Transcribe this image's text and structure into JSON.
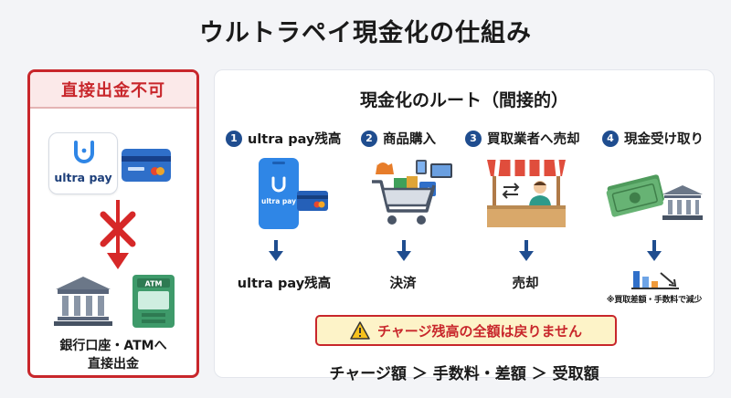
{
  "title": "ウルトラペイ現金化の仕組み",
  "left_panel": {
    "header": "直接出金不可",
    "logo_text": "ultra pay",
    "caption_line1": "銀行口座・ATMへ",
    "caption_line2": "直接出金",
    "atm_label": "ATM"
  },
  "right_panel": {
    "title": "現金化のルート（間接的）",
    "steps": [
      {
        "num": "1",
        "label": "ultra pay残高",
        "result": "ultra pay残高",
        "phone_text": "ultra pay"
      },
      {
        "num": "2",
        "label": "商品購入",
        "result": "決済"
      },
      {
        "num": "3",
        "label": "買取業者へ売却",
        "result": "売却"
      },
      {
        "num": "4",
        "label": "現金受け取り",
        "result": ""
      }
    ],
    "fee_note": "※買取差額・手数料で減少",
    "warning": "チャージ残高の全額は戻りません",
    "formula": "チャージ額 ＞ 手数料・差額 ＞ 受取額"
  },
  "colors": {
    "accent_red": "#c8262b",
    "brand_blue": "#2f86e6",
    "navy": "#1f4d8f",
    "warning_bg": "#fdf3c8"
  }
}
